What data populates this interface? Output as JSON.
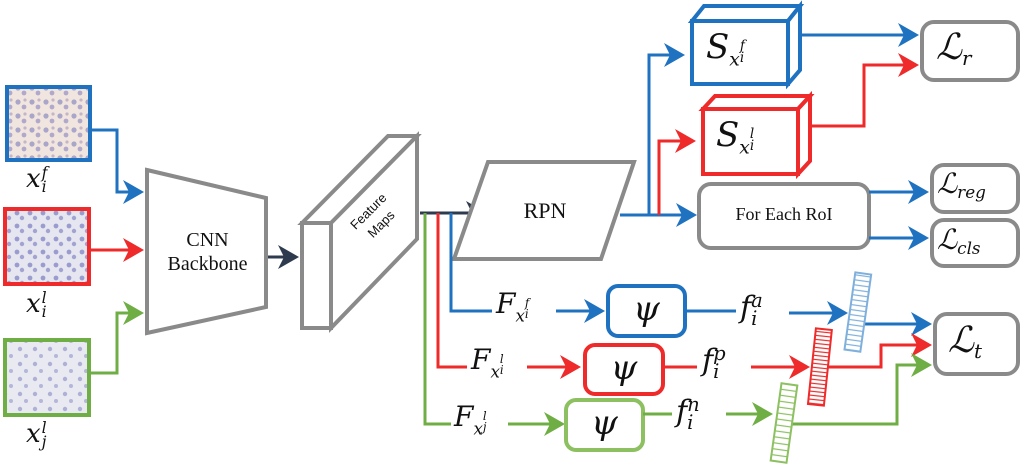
{
  "colors": {
    "blue": "#1f72c0",
    "red": "#ee2a2a",
    "green": "#6fae45",
    "gray": "#8a8a8a",
    "dark": "#2e3b4e"
  },
  "inputs": [
    {
      "id": "anchor",
      "base": "x",
      "sup": "f",
      "sub": "i",
      "color": "blue"
    },
    {
      "id": "positive",
      "base": "x",
      "sup": "l",
      "sub": "i",
      "color": "red"
    },
    {
      "id": "negative",
      "base": "x",
      "sup": "l",
      "sub": "j",
      "color": "green"
    }
  ],
  "blocks": {
    "backbone_line1": "CNN",
    "backbone_line2": "Backbone",
    "feature_line1": "Feature",
    "feature_line2": "Maps",
    "rpn": "RPN",
    "roi": "For Each RoI"
  },
  "segmentation": [
    {
      "base": "S",
      "sub_base": "x",
      "sup": "f",
      "sub": "i",
      "color": "blue"
    },
    {
      "base": "S",
      "sub_base": "x",
      "sup": "l",
      "sub": "i",
      "color": "red"
    }
  ],
  "losses": {
    "r": {
      "base": "ℒ",
      "sub": "r"
    },
    "reg": {
      "base": "ℒ",
      "sub": "reg"
    },
    "cls": {
      "base": "ℒ",
      "sub": "cls"
    },
    "t": {
      "base": "ℒ",
      "sub": "t"
    }
  },
  "features": [
    {
      "base": "F",
      "sub_base": "x",
      "sup": "f",
      "sub": "i",
      "color": "blue"
    },
    {
      "base": "F",
      "sub_base": "x",
      "sup": "l",
      "sub": "i",
      "color": "red"
    },
    {
      "base": "F",
      "sub_base": "x",
      "sup": "l",
      "sub": "j",
      "color": "green"
    }
  ],
  "psi": "ψ",
  "embeddings": [
    {
      "base": "f",
      "sup": "a",
      "sub": "i",
      "color": "blue"
    },
    {
      "base": "f",
      "sup": "p",
      "sub": "i",
      "color": "red"
    },
    {
      "base": "f",
      "sup": "n",
      "sub": "i",
      "color": "green"
    }
  ]
}
